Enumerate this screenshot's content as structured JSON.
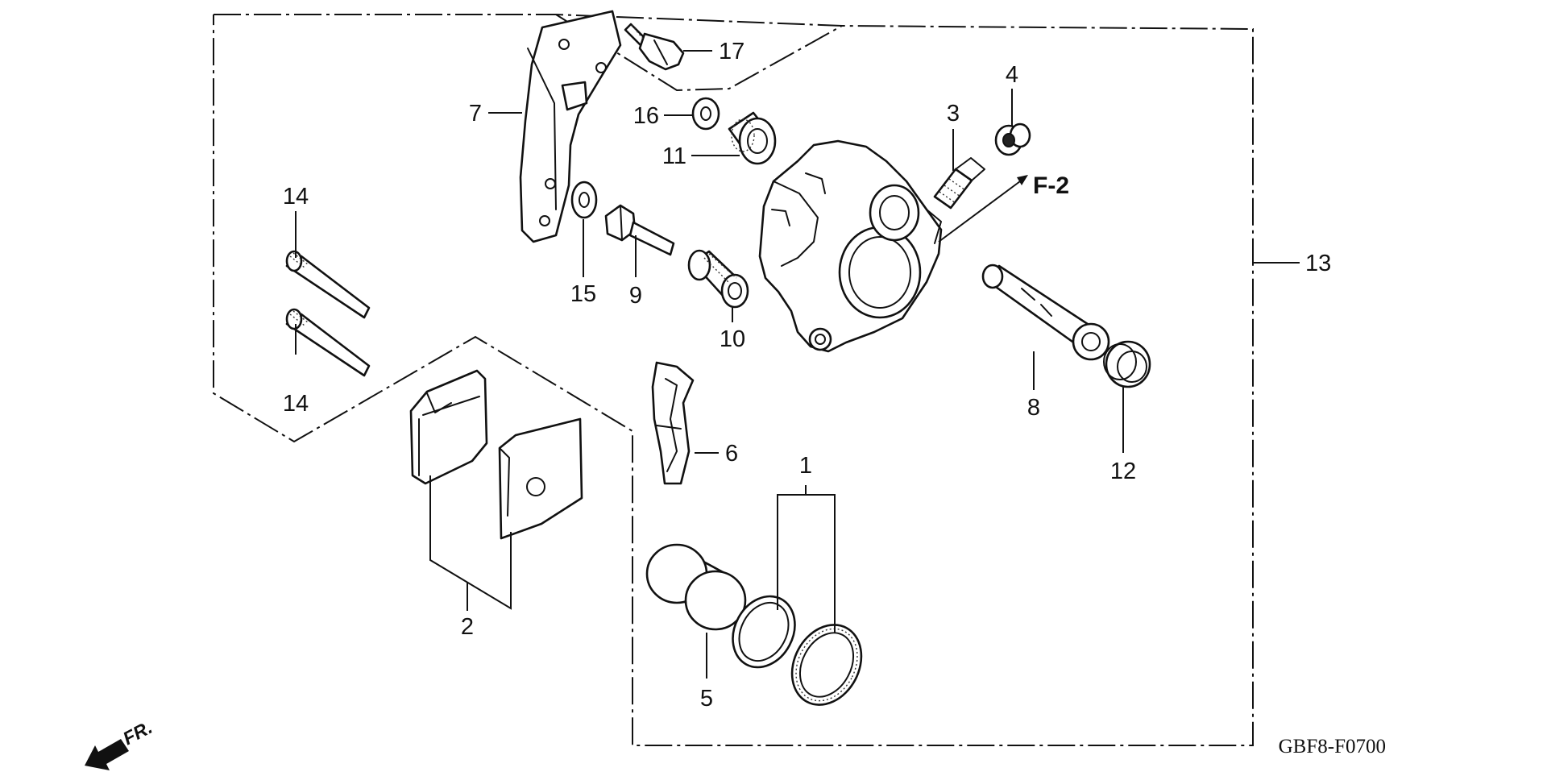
{
  "diagram": {
    "drawing_code": "GBF8-F0700",
    "reference_label": "F-2",
    "front_arrow_label": "FR.",
    "colors": {
      "line": "#111111",
      "background": "#ffffff"
    },
    "callouts": {
      "c1": "1",
      "c2": "2",
      "c3": "3",
      "c4": "4",
      "c5": "5",
      "c6": "6",
      "c7": "7",
      "c8": "8",
      "c9": "9",
      "c10": "10",
      "c11": "11",
      "c12": "12",
      "c13": "13",
      "c14a": "14",
      "c14b": "14",
      "c15": "15",
      "c16": "16",
      "c17": "17"
    }
  }
}
